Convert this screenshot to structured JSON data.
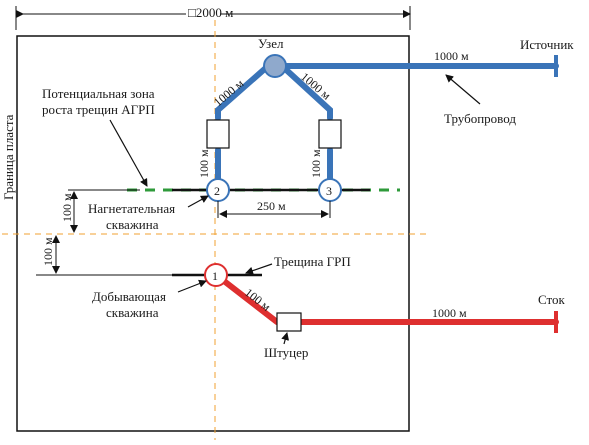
{
  "top_dimension": "□2000 м",
  "boundary_label": "Граница пласта",
  "node_label": "Узел",
  "source_label": "Источник",
  "sink_label": "Сток",
  "pipeline_label": "Трубопровод",
  "fracture_zone_label": [
    "Потенциальная зона",
    "роста трещин АГРП"
  ],
  "injection_well_label": [
    "Нагнетательная",
    "скважина"
  ],
  "production_well_label": [
    "Добывающая",
    "скважина"
  ],
  "frac_label": "Трещина ГРП",
  "choke_label": "Штуцер",
  "dims": {
    "node_to_source": "1000 м",
    "node_to_left": "1000 м",
    "node_to_right": "1000 м",
    "left_vertical": "100 м",
    "right_vertical": "100 м",
    "wells_spacing": "250 м",
    "inj_offset": "100 м",
    "prod_offset": "100 м",
    "prod_to_choke": "100 м",
    "choke_to_sink": "1000 м"
  },
  "wells": {
    "well1": "1",
    "well2": "2",
    "well3": "3"
  },
  "colors": {
    "injection_pipe": "#3a74b8",
    "production_pipe": "#de2f2f",
    "node_fill": "#8fa9cc",
    "fracture_zone": "#2e9a3a",
    "axis": "#f0a030"
  }
}
